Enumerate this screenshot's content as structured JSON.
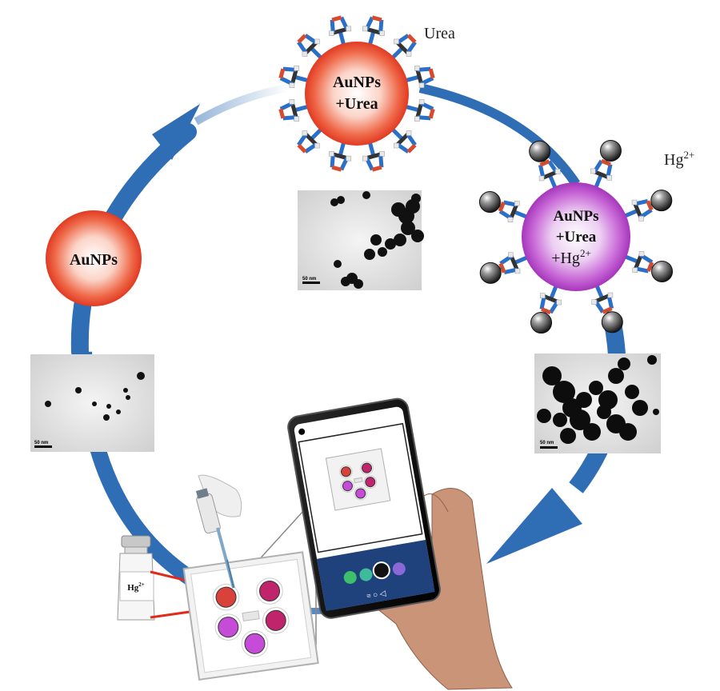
{
  "diagram": {
    "particles": {
      "bare": {
        "label": "AuNPs"
      },
      "urea_capped": {
        "line1": "AuNPs",
        "line2": "+Urea",
        "ligand_label": "Urea"
      },
      "hg_bound": {
        "line1": "AuNPs",
        "line2": "+Urea",
        "line3": "+Hg",
        "line3_sup": "2+",
        "ion_label": "Hg",
        "ion_label_sup": "2+"
      }
    },
    "tem_images": {
      "top": {
        "scale_label": "50 nm"
      },
      "left": {
        "scale_label": "50 nm"
      },
      "right": {
        "scale_label": "50 nm"
      }
    },
    "vial": {
      "label": "Hg",
      "label_sup": "2+"
    },
    "colors": {
      "arrow_blue": "#2f6db5",
      "aunp_red": "#e8402a",
      "aunp_purple": "#b43fc4",
      "well_red": "#d8423a",
      "well_crimson": "#c0246a",
      "well_violet": "#c64bd8"
    },
    "icons": [
      "pipette-icon",
      "glove-hand-icon",
      "smartphone-icon",
      "vial-icon",
      "well-plate-icon"
    ]
  }
}
